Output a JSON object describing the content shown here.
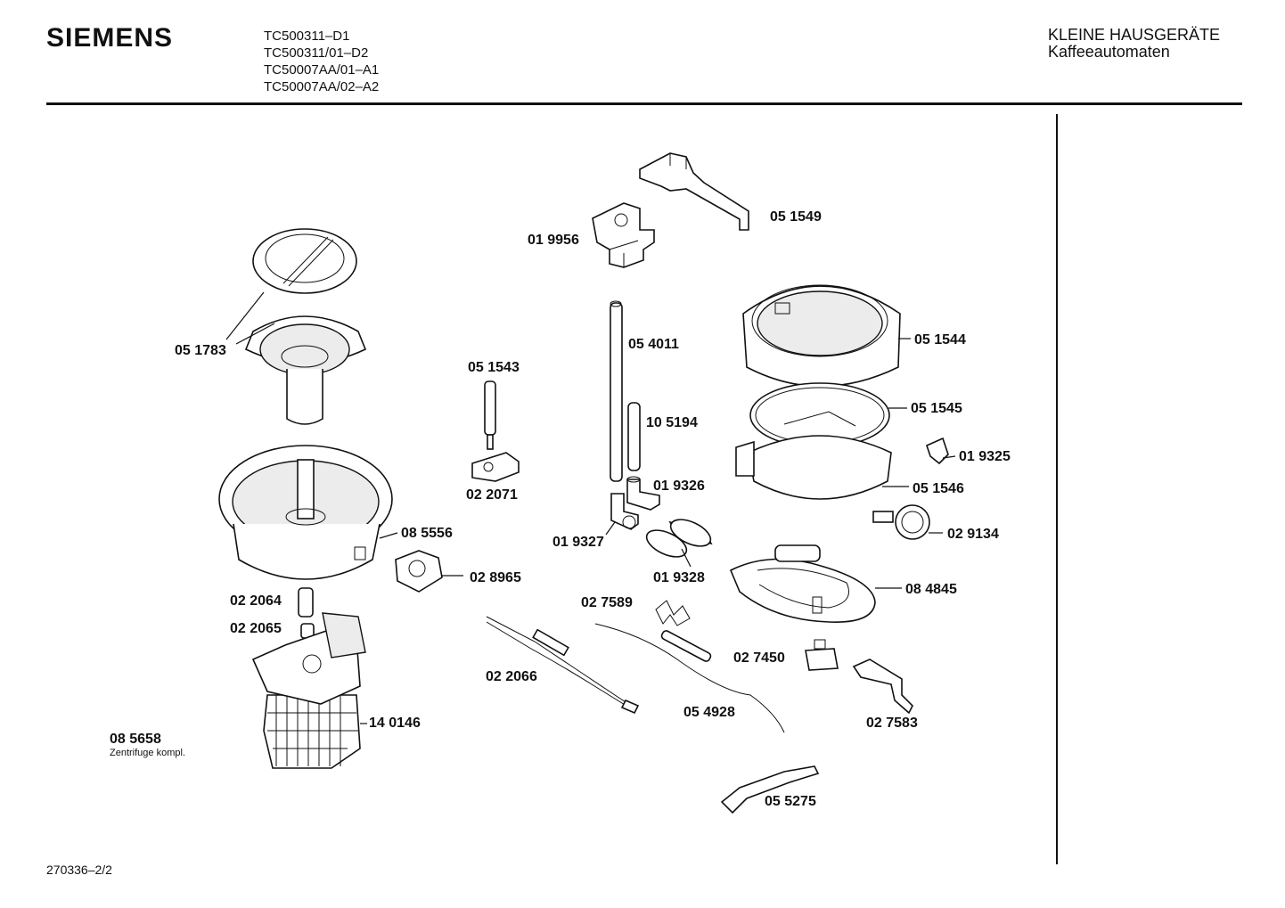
{
  "header": {
    "brand": "SIEMENS",
    "models": [
      "TC500311–D1",
      "TC500311/01–D2",
      "TC50007AA/01–A1",
      "TC50007AA/02–A2"
    ],
    "category": "KLEINE HAUSGERÄTE",
    "subcategory": "Kaffeeautomaten"
  },
  "parts": [
    {
      "id": "051549",
      "label": "05 1549"
    },
    {
      "id": "019956",
      "label": "01 9956"
    },
    {
      "id": "051783",
      "label": "05 1783"
    },
    {
      "id": "054011",
      "label": "05 4011"
    },
    {
      "id": "051544",
      "label": "05 1544"
    },
    {
      "id": "051543",
      "label": "05 1543"
    },
    {
      "id": "105194",
      "label": "10 5194"
    },
    {
      "id": "051545",
      "label": "05 1545"
    },
    {
      "id": "019325",
      "label": "01 9325"
    },
    {
      "id": "022071",
      "label": "02 2071"
    },
    {
      "id": "019326",
      "label": "01 9326"
    },
    {
      "id": "051546",
      "label": "05 1546"
    },
    {
      "id": "085556",
      "label": "08 5556"
    },
    {
      "id": "029134",
      "label": "02 9134"
    },
    {
      "id": "019327",
      "label": "01 9327"
    },
    {
      "id": "028965",
      "label": "02 8965"
    },
    {
      "id": "019328",
      "label": "01 9328"
    },
    {
      "id": "084845",
      "label": "08 4845"
    },
    {
      "id": "022064",
      "label": "02 2064"
    },
    {
      "id": "027589",
      "label": "02 7589"
    },
    {
      "id": "022065",
      "label": "02 2065"
    },
    {
      "id": "027450",
      "label": "02 7450"
    },
    {
      "id": "022066",
      "label": "02 2066"
    },
    {
      "id": "140146",
      "label": "14 0146"
    },
    {
      "id": "054928",
      "label": "05 4928"
    },
    {
      "id": "027583",
      "label": "02 7583"
    },
    {
      "id": "085658",
      "label": "08 5658"
    },
    {
      "id": "055275",
      "label": "05 5275"
    }
  ],
  "assembly_note": "Zentrifuge kompl.",
  "footer": {
    "doc_number": "270336–2/2"
  }
}
